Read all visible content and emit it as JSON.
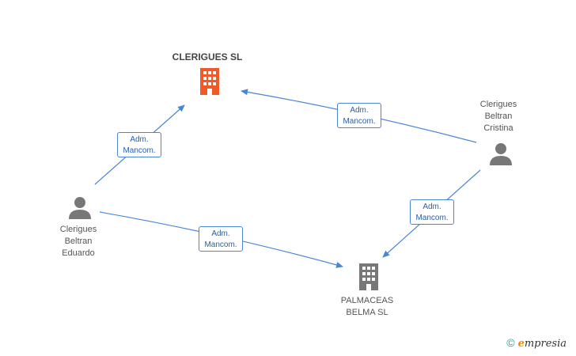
{
  "nodes": {
    "clerigues_sl": {
      "label": "CLERIGUES SL",
      "kind": "company",
      "color": "#f05a28"
    },
    "palmaceas": {
      "label": "PALMACEAS\nBELMA  SL",
      "kind": "company",
      "color": "#777777"
    },
    "eduardo": {
      "label": "Clerigues\nBeltran\nEduardo",
      "kind": "person",
      "color": "#777777"
    },
    "cristina": {
      "label": "Clerigues\nBeltran\nCristina",
      "kind": "person",
      "color": "#777777"
    }
  },
  "edges": [
    {
      "from": "eduardo",
      "to": "clerigues_sl",
      "label": "Adm.\nMancom."
    },
    {
      "from": "cristina",
      "to": "clerigues_sl",
      "label": "Adm.\nMancom."
    },
    {
      "from": "cristina",
      "to": "palmaceas",
      "label": "Adm.\nMancom."
    },
    {
      "from": "eduardo",
      "to": "palmaceas",
      "label": "Adm.\nMancom."
    }
  ],
  "edge_color": "#4a86d6",
  "brand": {
    "copyright": "©",
    "e": "e",
    "rest": "mpresia"
  }
}
